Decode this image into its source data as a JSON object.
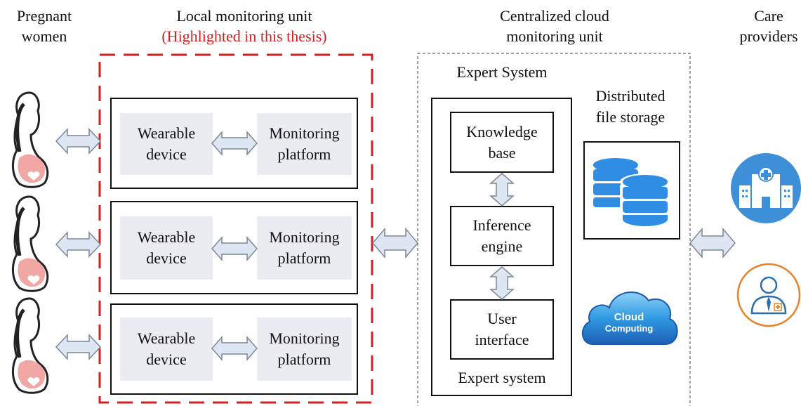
{
  "columns": {
    "pregnant_women": "Pregnant\nwomen",
    "local_unit_title": "Local monitoring unit",
    "local_unit_note": "(Highlighted in this thesis)",
    "cloud_unit_title": "Centralized cloud\nmonitoring unit",
    "care_providers": "Care\nproviders"
  },
  "local_rows": [
    {
      "device": "Wearable\ndevice",
      "platform": "Monitoring\nplatform"
    },
    {
      "device": "Wearable\ndevice",
      "platform": "Monitoring\nplatform"
    },
    {
      "device": "Wearable\ndevice",
      "platform": "Monitoring\nplatform"
    }
  ],
  "cloud": {
    "expert_system_top": "Expert System",
    "knowledge_base": "Knowledge\nbase",
    "inference_engine": "Inference\nengine",
    "user_interface": "User\ninterface",
    "expert_system_bottom": "Expert system",
    "distributed_storage": "Distributed\nfile storage",
    "cloud_logo_line1": "Cloud",
    "cloud_logo_line2": "Computing"
  },
  "colors": {
    "highlight": "#d21f1f",
    "arrow_fill": "#dde6f3",
    "database": "#2f8ee3",
    "care_icon": "#3d8fd8",
    "doctor_ring": "#e8822a",
    "cell_bg": "#ebebf2"
  },
  "icons": [
    "pregnant-woman-icon",
    "database-icon",
    "cloud-computing-icon",
    "hospital-icon",
    "doctor-icon"
  ]
}
